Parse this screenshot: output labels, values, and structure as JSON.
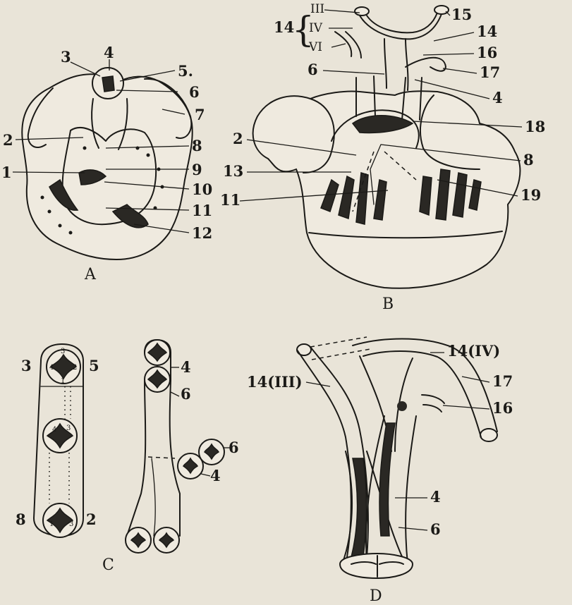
{
  "panels": {
    "A": {
      "caption": "A",
      "labels": [
        "1",
        "2",
        "3",
        "4",
        "5.",
        "6",
        "7",
        "8",
        "9",
        "10",
        "11",
        "12"
      ]
    },
    "B": {
      "caption": "B",
      "labels": [
        "2",
        "4",
        "6",
        "8",
        "11",
        "13",
        "14",
        "15",
        "16",
        "17",
        "18",
        "19"
      ],
      "arches": [
        "III",
        "IV",
        "VI"
      ],
      "brace_label": "14"
    },
    "C": {
      "caption": "C",
      "labels": [
        "3",
        "5",
        "8",
        "2",
        "4",
        "6",
        "6",
        "4"
      ],
      "small_numbers": [
        "1",
        "2",
        "3",
        "4"
      ]
    },
    "D": {
      "caption": "D",
      "labels": [
        "14(III)",
        "14(IV)",
        "17",
        "16",
        "4",
        "6"
      ]
    }
  }
}
